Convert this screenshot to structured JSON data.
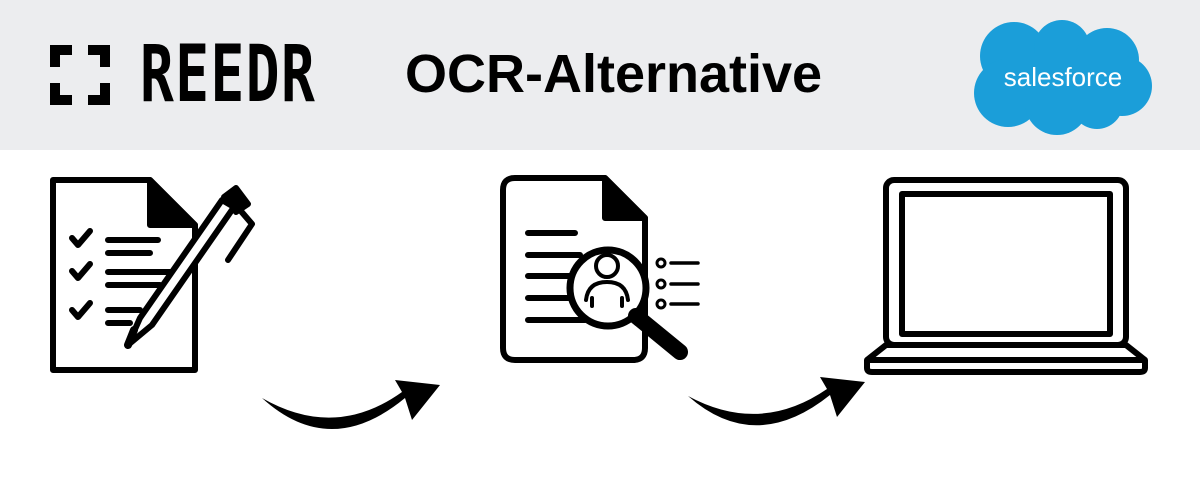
{
  "header": {
    "brand": "REEDR",
    "title": "OCR-Alternative",
    "partner_logo": "salesforce",
    "background_color": "#ecedef",
    "partner_color": "#1b9ed9"
  },
  "diagram": {
    "steps": [
      {
        "icon": "signed-checklist-document-icon"
      },
      {
        "icon": "document-person-search-icon"
      },
      {
        "icon": "laptop-icon"
      }
    ],
    "connectors": [
      "curved-arrow-icon",
      "curved-arrow-icon"
    ]
  }
}
